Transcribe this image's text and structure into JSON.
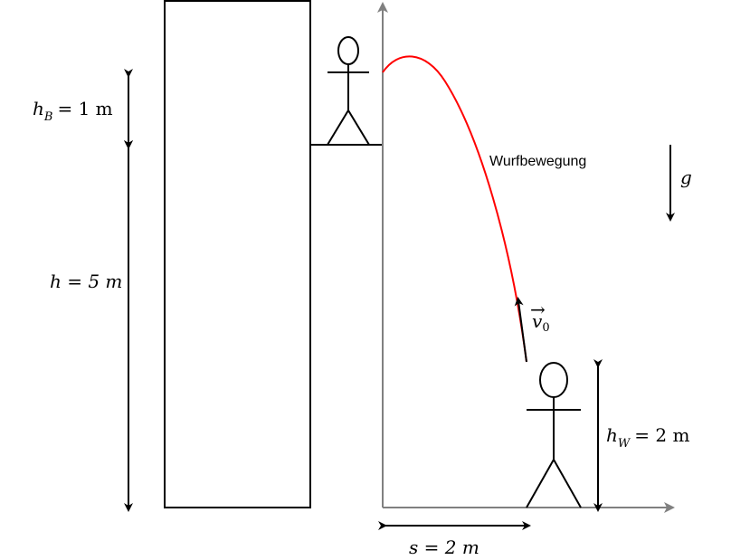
{
  "labels": {
    "h_B": "h_B = 1 m",
    "h": "h = 5 m",
    "h_W": "h_W = 2 m",
    "s": "s = 2 m",
    "g": "g",
    "v0": "v_0",
    "wurf": "Wurfbewegung"
  },
  "text": {
    "hB_var": "h",
    "hB_sub": "B",
    "hB_rest": "= 1 m",
    "h_full": "h = 5 m",
    "hW_var": "h",
    "hW_sub": "W",
    "hW_rest": "= 2 m",
    "s_full": "s = 2 m",
    "g": "g",
    "v_var": "v",
    "v_sub": "0",
    "v_arrow": "→",
    "wurf": "Wurfbewegung"
  },
  "colors": {
    "trajectory": "#ff0000",
    "axes": "#808080",
    "ink": "#000000"
  }
}
